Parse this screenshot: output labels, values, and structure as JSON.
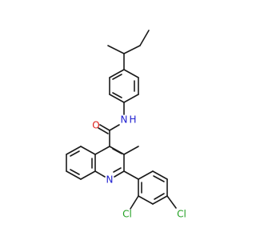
{
  "molecule": {
    "atoms": {
      "oxygen": "O",
      "amide_nh": "N",
      "amide_h": "H",
      "ring_nitrogen": "N",
      "chlorine_ortho": "Cl",
      "chlorine_para": "Cl"
    },
    "colors": {
      "bond": "#1a1a1a",
      "carbon": "#1a1a1a",
      "oxygen": "#e0201b",
      "nitrogen": "#2020d0",
      "chlorine": "#22a022"
    }
  }
}
